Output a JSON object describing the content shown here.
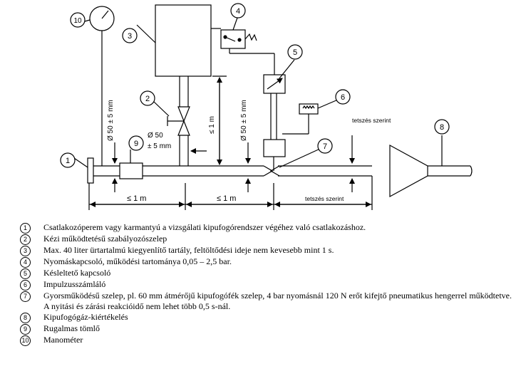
{
  "labels": {
    "c1": "1",
    "c2": "2",
    "c3": "3",
    "c4": "4",
    "c5": "5",
    "c6": "6",
    "c7": "7",
    "c8": "8",
    "c9": "9",
    "c10": "10"
  },
  "dims": {
    "d50_a": "Ø 50 ± 5 mm",
    "d50_b": "Ø 50 ± 5 mm",
    "d50_side": "Ø 50",
    "d50_side_tol": "± 5 mm",
    "le1m_vert": "≤ 1 m",
    "le1m_a": "≤ 1 m",
    "le1m_b": "≤ 1 m",
    "tetszes_top": "tetszés szerint",
    "tetszes_bottom": "tetszés szerint"
  },
  "legend": [
    {
      "num": "1",
      "text": "Csatlakozóperem vagy karmantyú a vizsgálati kipufogórendszer végéhez való csatlakozáshoz."
    },
    {
      "num": "2",
      "text": "Kézi működtetésű szabályozószelep"
    },
    {
      "num": "3",
      "text": "Max. 40 liter ürtartalmú kiegyenlítő tartály, feltöltődési ideje nem kevesebb mint 1 s."
    },
    {
      "num": "4",
      "text": "Nyomáskapcsoló, működési tartománya 0,05 – 2,5 bar."
    },
    {
      "num": "5",
      "text": "Késleltető kapcsoló"
    },
    {
      "num": "6",
      "text": "Impulzusszámláló"
    },
    {
      "num": "7",
      "text": "Gyorsműködésű szelep, pl. 60 mm átmérőjű kipufogófék szelep, 4 bar nyomásnál 120 N erőt kifejtő pneumatikus hengerrel működtetve. A nyitási és zárási reakcióidő nem lehet több 0,5 s-nál."
    },
    {
      "num": "8",
      "text": "Kipufogógáz-kiértékelés"
    },
    {
      "num": "9",
      "text": "Rugalmas tömlő"
    },
    {
      "num": "10",
      "text": "Manométer"
    }
  ]
}
